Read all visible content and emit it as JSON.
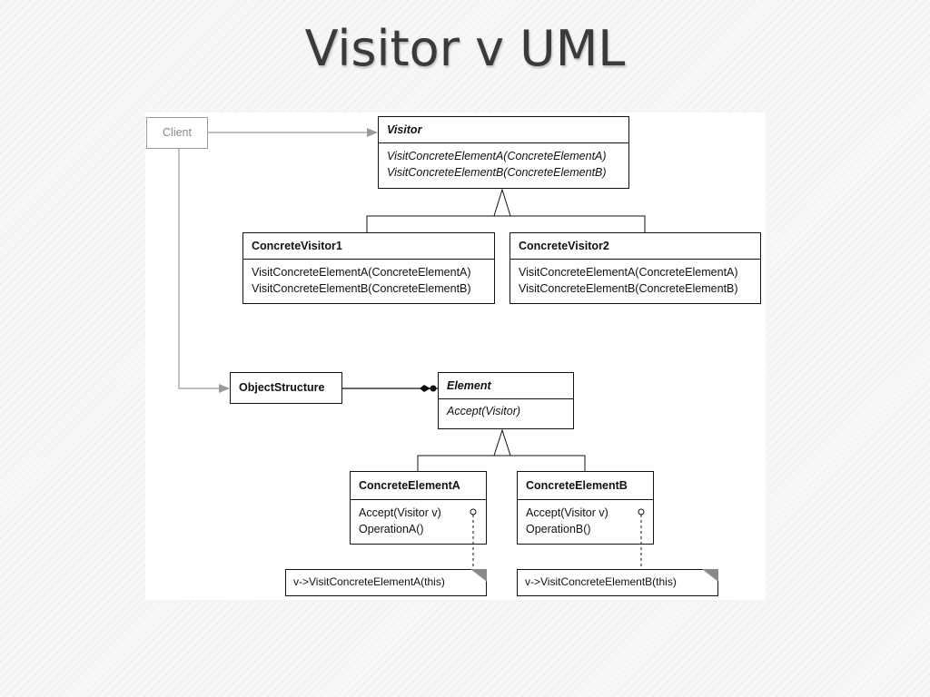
{
  "slide": {
    "title": "Visitor v UML"
  },
  "client": {
    "label": "Client"
  },
  "visitor": {
    "name": "Visitor",
    "ops": [
      "VisitConcreteElementA(ConcreteElementA)",
      "VisitConcreteElementB(ConcreteElementB)"
    ]
  },
  "concrete_visitor_1": {
    "name": "ConcreteVisitor1",
    "ops": [
      "VisitConcreteElementA(ConcreteElementA)",
      "VisitConcreteElementB(ConcreteElementB)"
    ]
  },
  "concrete_visitor_2": {
    "name": "ConcreteVisitor2",
    "ops": [
      "VisitConcreteElementA(ConcreteElementA)",
      "VisitConcreteElementB(ConcreteElementB)"
    ]
  },
  "object_structure": {
    "name": "ObjectStructure"
  },
  "element": {
    "name": "Element",
    "ops": [
      "Accept(Visitor)"
    ]
  },
  "concrete_element_a": {
    "name": "ConcreteElementA",
    "ops": [
      "Accept(Visitor v)",
      "OperationA()"
    ],
    "note": "v->VisitConcreteElementA(this)"
  },
  "concrete_element_b": {
    "name": "ConcreteElementB",
    "ops": [
      "Accept(Visitor v)",
      "OperationB()"
    ],
    "note": "v->VisitConcreteElementB(this)"
  }
}
